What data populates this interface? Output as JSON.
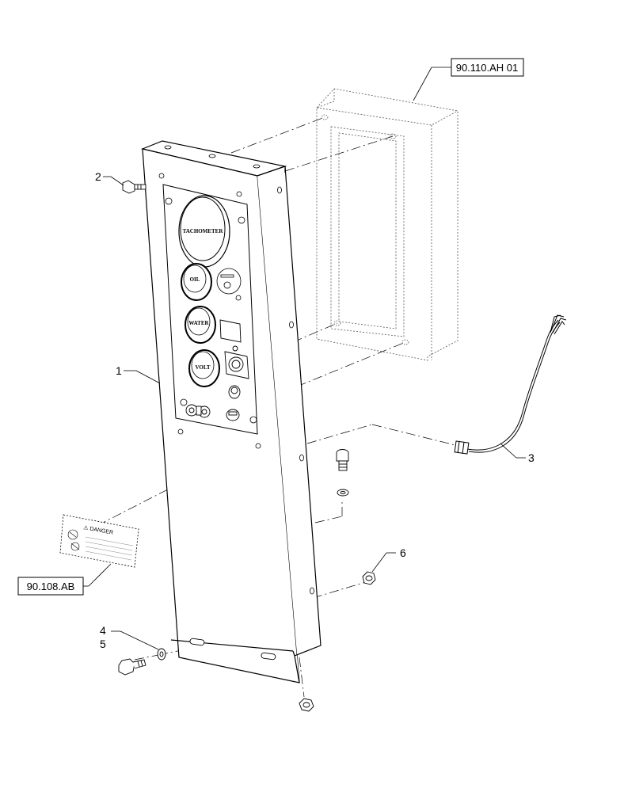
{
  "references": {
    "box_top": "90.110.AH 01",
    "box_left": "90.108.AB"
  },
  "callouts": {
    "item1": "1",
    "item2": "2",
    "item3": "3",
    "item4": "4",
    "item5": "5",
    "item6": "6"
  },
  "gauges": {
    "tachometer": "TACHOMETER",
    "oil": "OIL",
    "water": "WATER",
    "volt": "VOLT"
  },
  "decal": {
    "heading": "⚠ DANGER"
  },
  "colors": {
    "stroke": "#000000",
    "background": "#ffffff"
  }
}
